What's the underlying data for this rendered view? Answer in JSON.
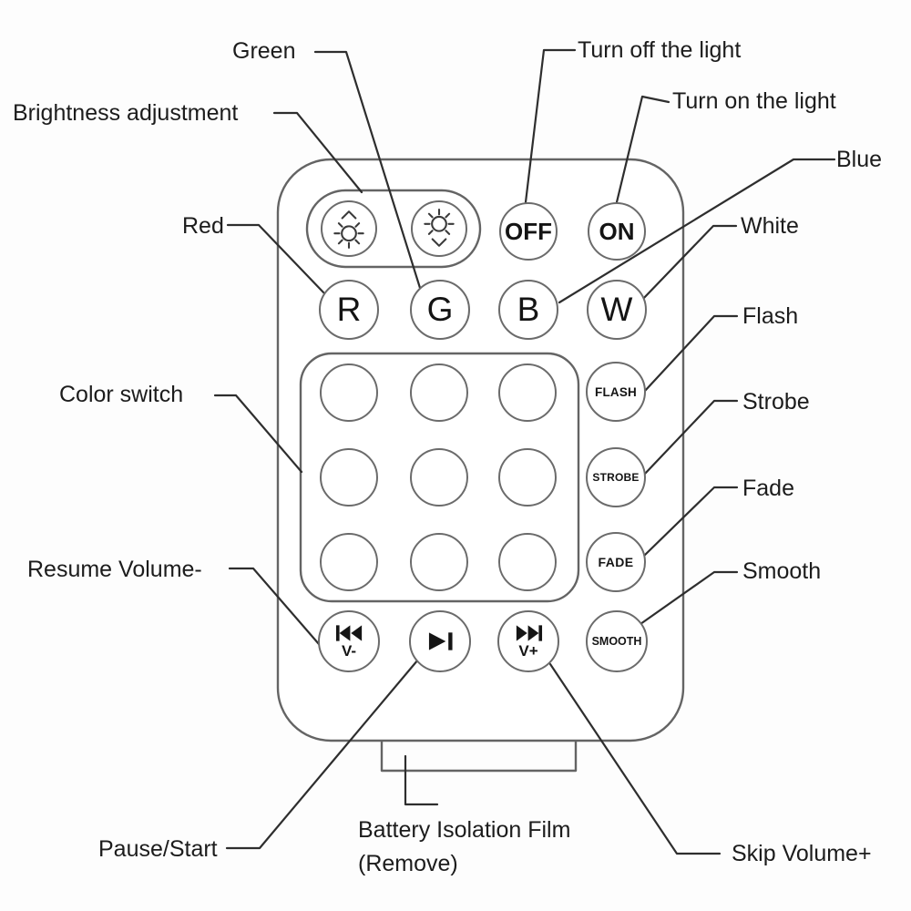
{
  "colors": {
    "background": "#fdfdfd",
    "outline": "#646464",
    "leader_line": "#2e2e2e",
    "text": "#1c1c1c"
  },
  "remote": {
    "buttons": {
      "off": "OFF",
      "on": "ON",
      "red": "R",
      "green": "G",
      "blue": "B",
      "white": "W",
      "flash": "FLASH",
      "strobe": "STROBE",
      "fade": "FADE",
      "smooth": "SMOOTH",
      "volume_minus": "V-",
      "volume_plus": "V+"
    },
    "icons": {
      "brightness_up": "sun-with-up-arrow-icon",
      "brightness_down": "sun-with-down-arrow-icon",
      "volume_minus": "skip-back-icon",
      "play_pause": "play-pause-icon",
      "volume_plus": "skip-forward-icon"
    }
  },
  "annotations": {
    "green": "Green",
    "brightness_adjustment": "Brightness adjustment",
    "red": "Red",
    "turn_off": "Turn off the light",
    "turn_on": "Turn on the light",
    "blue": "Blue",
    "white": "White",
    "flash": "Flash",
    "strobe": "Strobe",
    "fade": "Fade",
    "smooth": "Smooth",
    "color_switch": "Color switch",
    "resume_volume_minus": "Resume Volume-",
    "pause_start": "Pause/Start",
    "battery_film_line1": "Battery Isolation Film",
    "battery_film_line2": "(Remove)",
    "skip_volume_plus": "Skip Volume+"
  }
}
